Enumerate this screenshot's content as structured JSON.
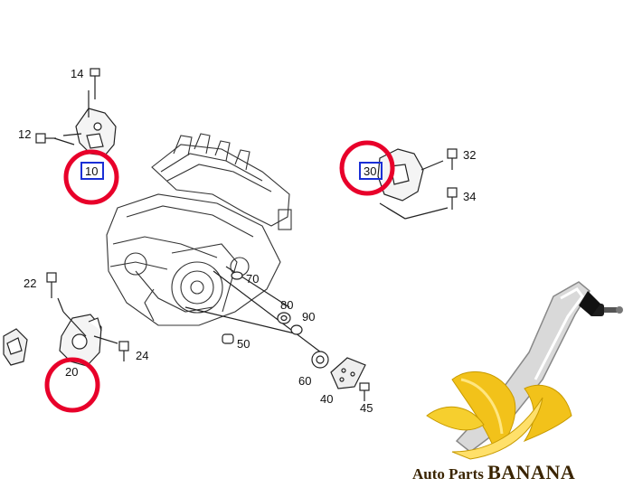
{
  "diagram": {
    "part_labels": {
      "p14": "14",
      "p12": "12",
      "p10": "10",
      "p22": "22",
      "p20": "20",
      "p24": "24",
      "p30": "30",
      "p32": "32",
      "p34": "34",
      "p70": "70",
      "p80": "80",
      "p90": "90",
      "p50": "50",
      "p60": "60",
      "p40": "40",
      "p45": "45"
    },
    "highlight_color": "#e8002a",
    "box_color": "#1a2fd6",
    "line_color": "#222222"
  },
  "brand": {
    "text_auto": "Auto Parts ",
    "text_banana": "BANANA",
    "banana_color": "#f2c21a"
  }
}
